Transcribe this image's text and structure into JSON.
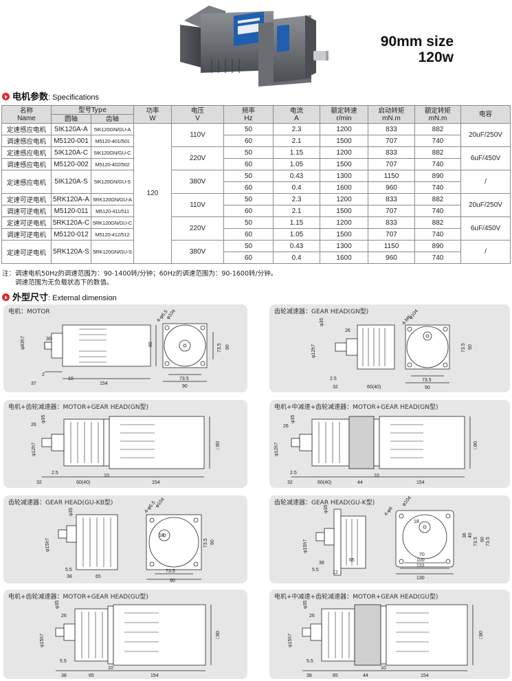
{
  "header": {
    "size": "90mm size",
    "power": "120w"
  },
  "spec_section": {
    "zh": "电机参数",
    "en": ": Specifications"
  },
  "dim_section": {
    "zh": "外型尺寸",
    "en": ": External dimension"
  },
  "table": {
    "h_name_zh": "名称",
    "h_name_en": "Name",
    "h_type": "型号Type",
    "h_round": "圆轴",
    "h_gear": "齿轴",
    "h_power_zh": "功率",
    "h_power_en": "W",
    "h_volt_zh": "电压",
    "h_volt_en": "V",
    "h_freq_zh": "频率",
    "h_freq_en": "Hz",
    "h_cur_zh": "电流",
    "h_cur_en": "A",
    "h_speed_zh": "额定转速",
    "h_speed_en": "r/min",
    "h_st_zh": "启动转矩",
    "h_st_en": "mN.m",
    "h_rt_zh": "额定转矩",
    "h_rt_en": "mN.m",
    "h_cap": "电容",
    "power": "120",
    "rows": [
      {
        "name": "定速感应电机",
        "round": "5IK120A-A",
        "gear": "5IK120GN/GU-A",
        "volt": "110V",
        "freq": "50",
        "cur": "2.3",
        "speed": "1200",
        "st": "833",
        "rt": "882",
        "cap": "20uF/250V"
      },
      {
        "name": "调速感应电机",
        "round": "M5120-001",
        "gear": "M5120-401/501",
        "volt": "",
        "freq": "60",
        "cur": "2.1",
        "speed": "1500",
        "st": "707",
        "rt": "740",
        "cap": ""
      },
      {
        "name": "定速感应电机",
        "round": "5IK120A-C",
        "gear": "5IK120GN/GU-C",
        "volt": "220V",
        "freq": "50",
        "cur": "1.15",
        "speed": "1200",
        "st": "833",
        "rt": "882",
        "cap": "6uF/450V"
      },
      {
        "name": "调速感应电机",
        "round": "M5120-002",
        "gear": "M5120-402/502",
        "volt": "",
        "freq": "60",
        "cur": "1.05",
        "speed": "1500",
        "st": "707",
        "rt": "740",
        "cap": ""
      },
      {
        "name": "定速感应电机",
        "round": "5IK120A-S",
        "gear": "5IK120GN/GU-S",
        "volt": "380V",
        "freq": "50",
        "cur": "0.43",
        "speed": "1300",
        "st": "1150",
        "rt": "890",
        "cap": "/"
      },
      {
        "name": "",
        "round": "",
        "gear": "",
        "volt": "",
        "freq": "60",
        "cur": "0.4",
        "speed": "1600",
        "st": "960",
        "rt": "740",
        "cap": ""
      },
      {
        "name": "定速可逆电机",
        "round": "5RK120A-A",
        "gear": "5RK120GN/GU-A",
        "volt": "110V",
        "freq": "50",
        "cur": "2.3",
        "speed": "1200",
        "st": "833",
        "rt": "882",
        "cap": "20uF/250V"
      },
      {
        "name": "调速可逆电机",
        "round": "M5120-011",
        "gear": "M5120-411/511",
        "volt": "",
        "freq": "60",
        "cur": "2.1",
        "speed": "1500",
        "st": "707",
        "rt": "740",
        "cap": ""
      },
      {
        "name": "定速可逆电机",
        "round": "5RK120A-C",
        "gear": "5RK120GN/GU-C",
        "volt": "220V",
        "freq": "50",
        "cur": "1.15",
        "speed": "1200",
        "st": "833",
        "rt": "882",
        "cap": "6uF/450V"
      },
      {
        "name": "调速可逆电机",
        "round": "M5120-012",
        "gear": "M5120-412/512",
        "volt": "",
        "freq": "60",
        "cur": "1.05",
        "speed": "1500",
        "st": "707",
        "rt": "740",
        "cap": ""
      },
      {
        "name": "定速可逆电机",
        "round": "5RK120A-S",
        "gear": "5RK120GN/GU-S",
        "volt": "380V",
        "freq": "50",
        "cur": "0.43",
        "speed": "1300",
        "st": "1150",
        "rt": "890",
        "cap": "/"
      },
      {
        "name": "",
        "round": "",
        "gear": "",
        "volt": "",
        "freq": "60",
        "cur": "0.4",
        "speed": "1600",
        "st": "960",
        "rt": "740",
        "cap": ""
      }
    ]
  },
  "notes": {
    "line1": "注：调速电机50Hz的调速范围为：90-1400转/分钟；60Hz的调速范围为：90-1600转/分钟。",
    "line2": "调速范围为无负载状态下的数值。"
  },
  "panels": {
    "motor": "电机：MOTOR",
    "gear_gn": "齿轮减速器：GEAR HEAD(GN型)",
    "motor_gear_gn": "电机+齿轮减速器：MOTOR+GEAR HEAD(GN型)",
    "motor_mid_gear_gn": "电机+中减速+齿轮减速器：MOTOR+GEAR HEAD(GN型)",
    "gear_gukb": "齿轮减速器：GEAR HEAD(GU-KB型)",
    "gear_guk": "齿轮减速器：GEAR HEAD(GU-K型)",
    "motor_gear_gu": "电机+齿轮减速器：MOTOR+GEAR HEAD(GU型)",
    "motor_mid_gear_gu": "电机+中减速+齿轮减速器：MOTOR+GEAR HEAD(GU型)"
  },
  "dims": {
    "p1": {
      "d30": "30",
      "d83": "φ83h7",
      "d90": "90",
      "d735": "73.5",
      "d154": "154",
      "d37": "37",
      "d10": "10",
      "d2": "2",
      "d104": "φ104",
      "d45": "4-φ6.5",
      "b735": "73.5",
      "b90": "90",
      "r90": "90",
      "r735": "73.5"
    },
    "p2": {
      "d35": "φ35",
      "d26": "26",
      "d12": "φ12h7",
      "d25": "2.5",
      "d32": "32",
      "d6040": "60(40)",
      "d104": "φ104",
      "d4m": "4-M6",
      "d735": "73.5",
      "d90": "90",
      "r735": "73.5",
      "r90": "90"
    },
    "p3": {
      "d35": "φ35",
      "d26": "26",
      "d12": "φ12h7",
      "d25": "2.5",
      "d32": "32",
      "d6040": "60(40)",
      "d10": "10",
      "d154": "154",
      "d90": "□90"
    },
    "p4": {
      "d35": "φ35",
      "d26": "26",
      "d12": "φ12h7",
      "d25": "2.5",
      "d32": "32",
      "d6040": "60(40)",
      "d44": "44",
      "d10": "10",
      "d154": "154",
      "d90": "□90"
    },
    "p5": {
      "d35": "φ35",
      "d38": "38",
      "d15": "φ15h7",
      "d55": "5.5",
      "d65": "65",
      "d104": "φ104",
      "d4": "4-φ6.5",
      "d735": "73.5",
      "d90": "90",
      "r735": "73.5",
      "r90": "90",
      "d18": "18"
    },
    "p6": {
      "d35": "φ35",
      "d15": "φ15h7",
      "d38": "38",
      "d65": "65",
      "d55": "5.5",
      "d12": "12",
      "d4": "4-φ9",
      "d104": "φ104",
      "d18": "18",
      "d70": "70",
      "d100": "100",
      "d110": "110",
      "d130": "130",
      "d36": "36",
      "d40": "40",
      "d735": "73.5",
      "d90": "90",
      "d735b": "73.5"
    },
    "p7": {
      "d35": "φ35",
      "d26": "26",
      "d15": "φ15h7",
      "d55": "5.5",
      "d38": "38",
      "d65": "65",
      "d10": "10",
      "d154": "154",
      "d90": "□90"
    },
    "p8": {
      "d35": "φ35",
      "d26": "26",
      "d15": "φ15h7",
      "d55": "5.5",
      "d38": "38",
      "d65": "65",
      "d44": "44",
      "d10": "10",
      "d154": "154",
      "d90": "□90"
    }
  }
}
